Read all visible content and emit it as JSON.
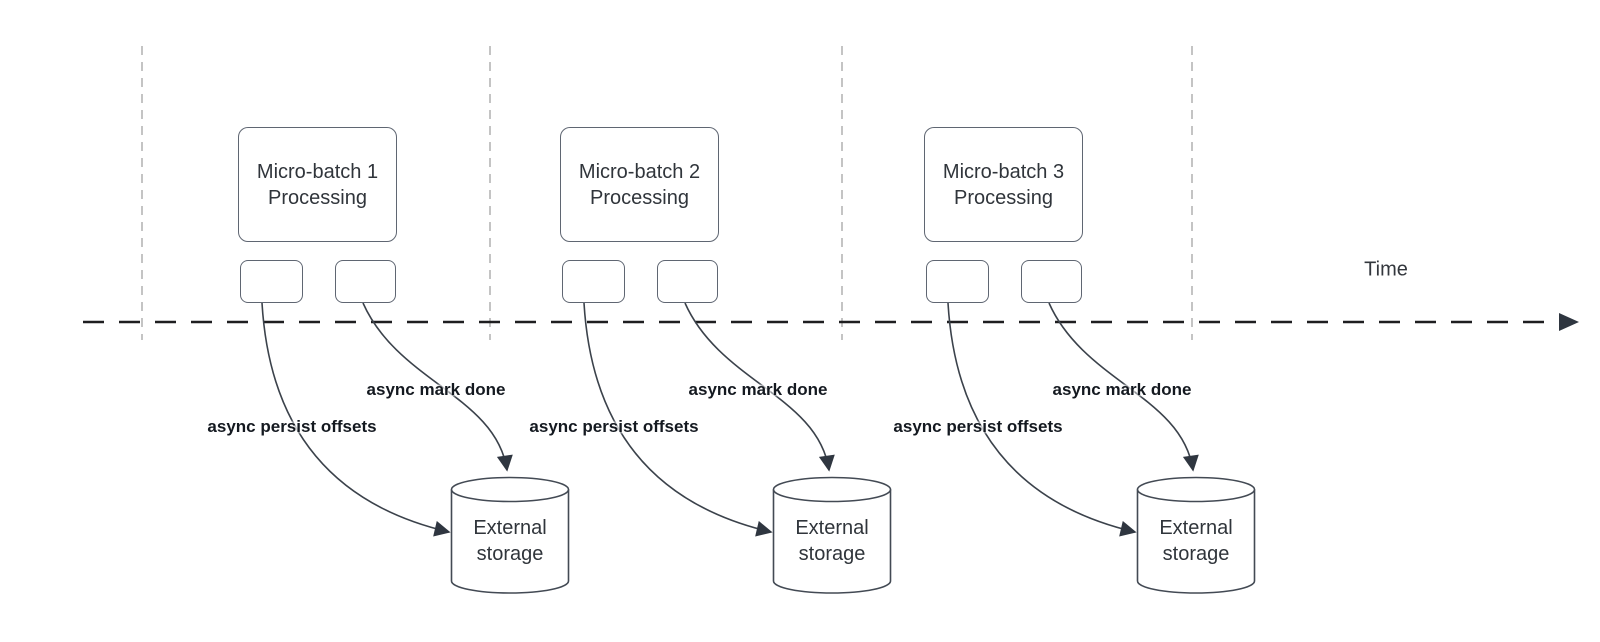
{
  "diagram": {
    "time_label": "Time",
    "colors": {
      "node_stroke": "#5f6672",
      "curve_stroke": "#3b424b",
      "arrowhead_fill": "#2f3640",
      "timeline_stroke": "#1e1e20",
      "guide_stroke": "#b0b0b0",
      "node_text": "#30353b",
      "edge_label_text": "#141920",
      "background": "#ffffff"
    },
    "groups": [
      {
        "title_line1": "Micro-batch 1",
        "title_line2": "Processing",
        "persist_label": "async persist offsets",
        "mark_label": "async mark done",
        "storage_line1": "External",
        "storage_line2": "storage"
      },
      {
        "title_line1": "Micro-batch 2",
        "title_line2": "Processing",
        "persist_label": "async persist offsets",
        "mark_label": "async mark done",
        "storage_line1": "External",
        "storage_line2": "storage"
      },
      {
        "title_line1": "Micro-batch 3",
        "title_line2": "Processing",
        "persist_label": "async persist offsets",
        "mark_label": "async mark done",
        "storage_line1": "External",
        "storage_line2": "storage"
      }
    ]
  }
}
